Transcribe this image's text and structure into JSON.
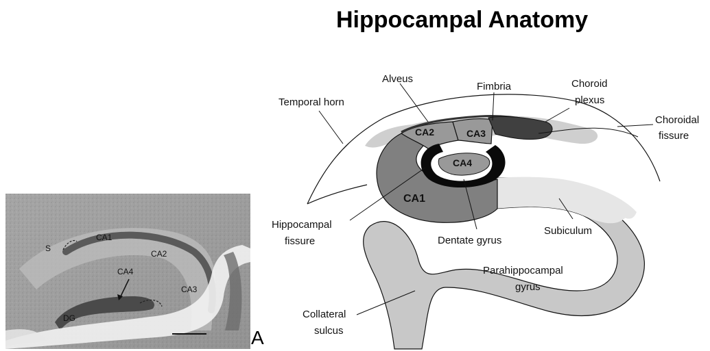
{
  "title": "Hippocampal Anatomy",
  "panel_letter": "A",
  "photo_labels": {
    "s": "S",
    "ca1": "CA1",
    "ca2": "CA2",
    "ca4": "CA4",
    "ca3": "CA3",
    "dg": "DG"
  },
  "diagram_labels": {
    "alveus": "Alveus",
    "fimbria": "Fimbria",
    "choroid_plexus_1": "Choroid",
    "choroid_plexus_2": "plexus",
    "temporal_horn": "Temporal horn",
    "choroidal_fissure_1": "Choroidal",
    "choroidal_fissure_2": "fissure",
    "ca2": "CA2",
    "ca3": "CA3",
    "ca4": "CA4",
    "ca1": "CA1",
    "hippocampal_fissure_1": "Hippocampal",
    "hippocampal_fissure_2": "fissure",
    "dentate_gyrus": "Dentate gyrus",
    "subiculum": "Subiculum",
    "parahippocampal_gyrus_1": "Parahippocampal",
    "parahippocampal_gyrus_2": "gyrus",
    "collateral_sulcus_1": "Collateral",
    "collateral_sulcus_2": "sulcus"
  },
  "colors": {
    "ca_dark": "#808080",
    "ca_mid": "#999999",
    "dentate": "#0a0a0a",
    "fimbria": "#404040",
    "choroid": "#cfcfcf",
    "subiculum": "#e6e6e6",
    "parahippocampal": "#c8c8c8"
  }
}
